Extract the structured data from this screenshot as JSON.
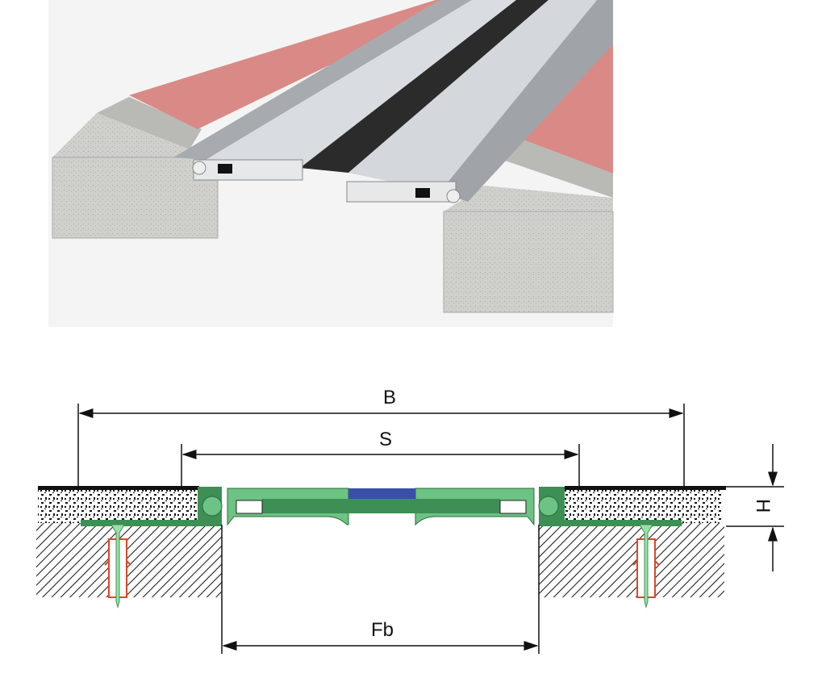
{
  "labels": {
    "B": "B",
    "S": "S",
    "H": "H",
    "Fb": "Fb"
  },
  "colors": {
    "floor_finish": "#d98a86",
    "concrete": "#c9c9c6",
    "aluminium": "#d4d7db",
    "rubber": "#2b2b2b",
    "profile_light": "#6cc383",
    "profile_dark": "#3d8f55",
    "seal_blue": "#3a4fa8",
    "anchor_red": "#e0452b"
  }
}
